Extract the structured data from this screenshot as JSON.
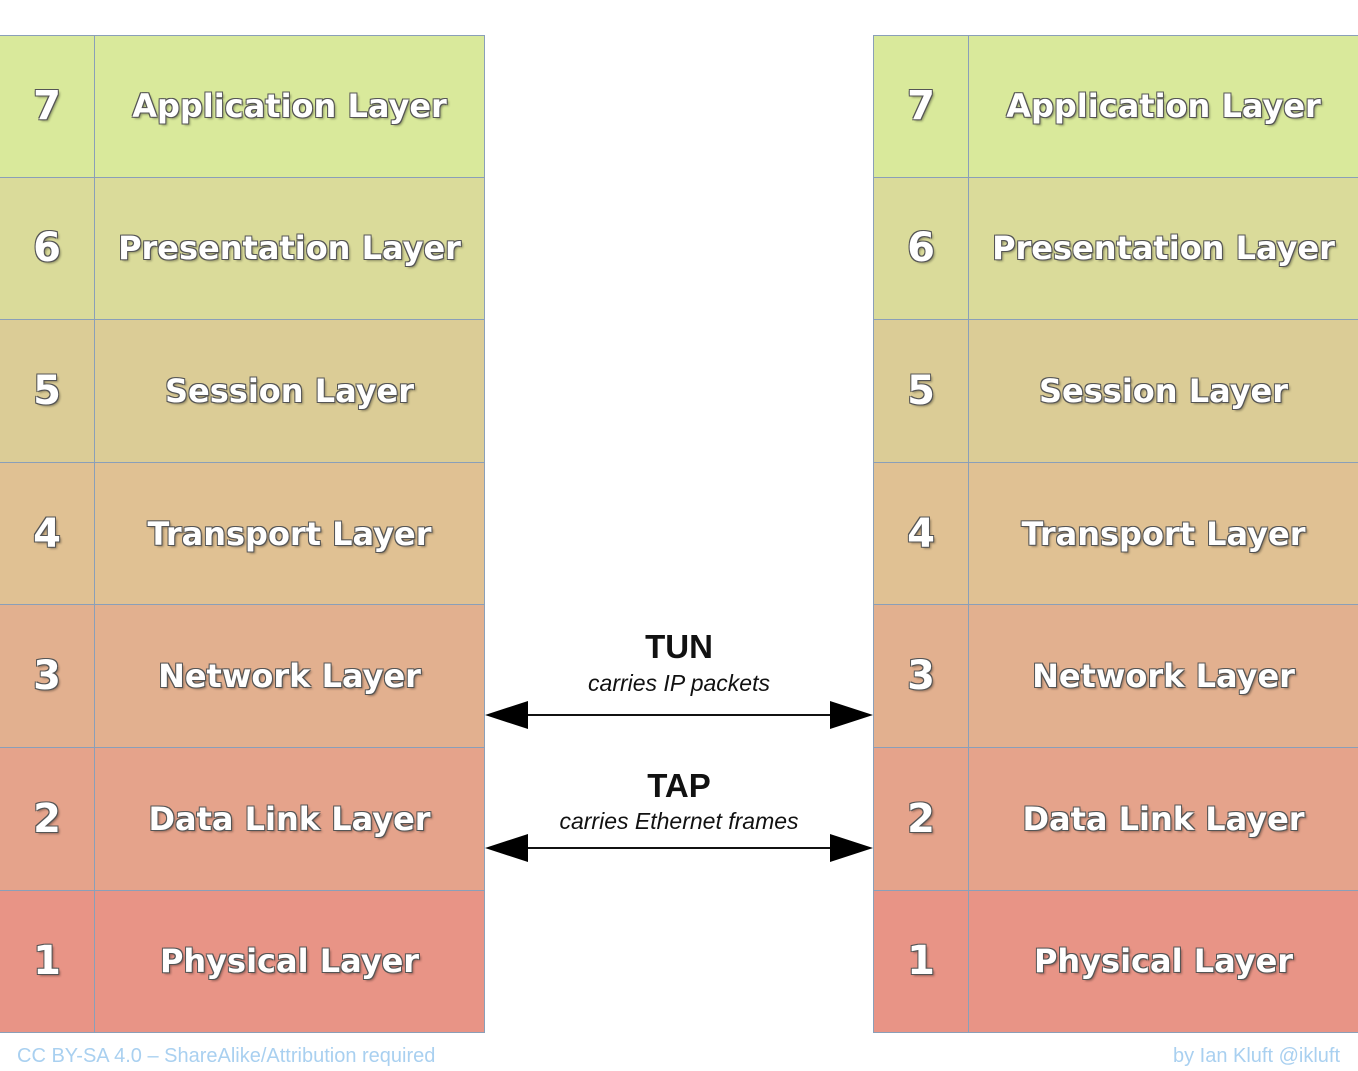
{
  "colors": {
    "layer_7": "#d9e99b",
    "layer_6": "#dadb9a",
    "layer_5": "#dbcc96",
    "layer_4": "#e0c193",
    "layer_3": "#e2b08f",
    "layer_2": "#e5a38b",
    "layer_1": "#e89486",
    "footer_text": "#a9d0f0"
  },
  "left_stack": [
    {
      "number": "7",
      "name": "Application Layer"
    },
    {
      "number": "6",
      "name": "Presentation Layer"
    },
    {
      "number": "5",
      "name": "Session Layer"
    },
    {
      "number": "4",
      "name": "Transport Layer"
    },
    {
      "number": "3",
      "name": "Network Layer"
    },
    {
      "number": "2",
      "name": "Data Link Layer"
    },
    {
      "number": "1",
      "name": "Physical Layer"
    }
  ],
  "right_stack": [
    {
      "number": "7",
      "name": "Application Layer"
    },
    {
      "number": "6",
      "name": "Presentation Layer"
    },
    {
      "number": "5",
      "name": "Session Layer"
    },
    {
      "number": "4",
      "name": "Transport Layer"
    },
    {
      "number": "3",
      "name": "Network Layer"
    },
    {
      "number": "2",
      "name": "Data Link Layer"
    },
    {
      "number": "1",
      "name": "Physical Layer"
    }
  ],
  "connections": {
    "tun": {
      "title": "TUN",
      "subtitle": "carries IP packets"
    },
    "tap": {
      "title": "TAP",
      "subtitle": "carries Ethernet frames"
    }
  },
  "footer": {
    "license": "CC BY-SA 4.0 – ShareAlike/Attribution required",
    "author": "by Ian Kluft @ikluft"
  }
}
